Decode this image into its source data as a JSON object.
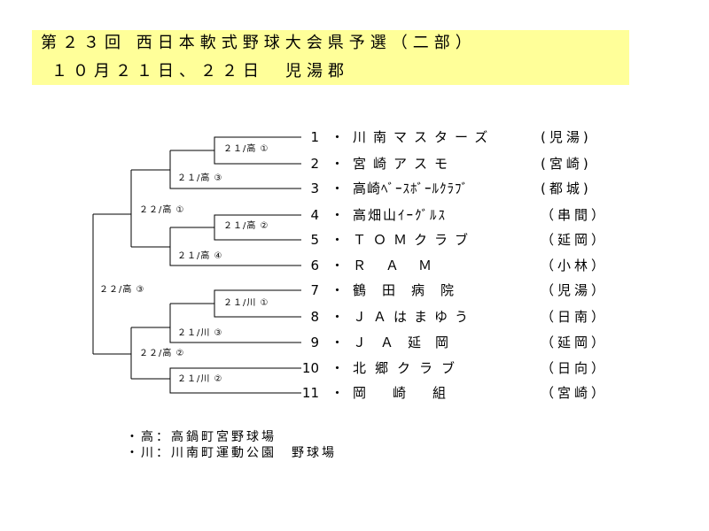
{
  "header": {
    "title": "第２３回 西日本軟式野球大会県予選（二部）",
    "subtitle": "１０月２１日、２２日　児湯郡"
  },
  "teams": [
    {
      "num": "1",
      "name": "川南マスターズ",
      "region": "(児湯)"
    },
    {
      "num": "2",
      "name": "宮崎アスモ",
      "region": "(宮崎)"
    },
    {
      "num": "3",
      "name": "高崎ﾍﾞｰｽﾎﾞｰﾙｸﾗﾌﾞ",
      "region": "(都城)"
    },
    {
      "num": "4",
      "name": "高畑山ｲｰｸﾞﾙｽ",
      "region": "（串間）"
    },
    {
      "num": "5",
      "name": "ＴＯＭクラブ",
      "region": "（延岡）"
    },
    {
      "num": "6",
      "name": "ＲＡＭ",
      "region": "（小林）"
    },
    {
      "num": "7",
      "name": "鶴田病院",
      "region": "（児湯）"
    },
    {
      "num": "8",
      "name": "ＪＡはまゆう",
      "region": "（日南）"
    },
    {
      "num": "9",
      "name": "ＪＡ延岡",
      "region": "（延岡）"
    },
    {
      "num": "10",
      "name": "北郷クラブ",
      "region": "（日向）"
    },
    {
      "num": "11",
      "name": "岡崎組",
      "region": "（宮崎）"
    }
  ],
  "team_dot": "・",
  "matches": {
    "m1": "２１/高 ①",
    "m2": "２１/高 ③",
    "m3": "２１/高 ②",
    "m4": "２１/高 ④",
    "m5": "２１/川 ①",
    "m6": "２１/川 ③",
    "m7": "２１/川 ②",
    "sf1": "２２/高 ①",
    "sf2": "２２/高 ②",
    "final": "２２/高 ③"
  },
  "legend": [
    "・高：高鍋町宮野球場",
    "・川：川南町運動公園　野球場"
  ],
  "colors": {
    "banner": "#ffff99",
    "line": "#000000"
  }
}
